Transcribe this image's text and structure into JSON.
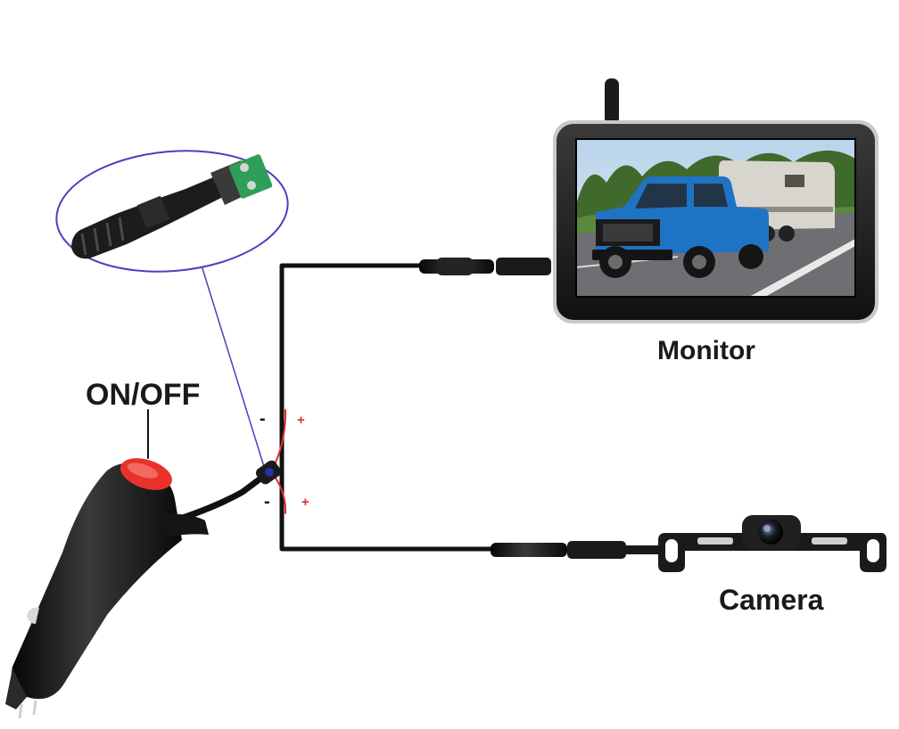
{
  "labels": {
    "switch": "ON/OFF",
    "monitor": "Monitor",
    "camera": "Camera"
  },
  "polarity": {
    "negative": "-",
    "positive": "+"
  },
  "colors": {
    "wire_negative": "#111111",
    "wire_positive": "#e03030",
    "switch_button": "#e8322a",
    "callout_outline": "#4b3fc0",
    "connector_terminal": "#2f9e5a"
  }
}
